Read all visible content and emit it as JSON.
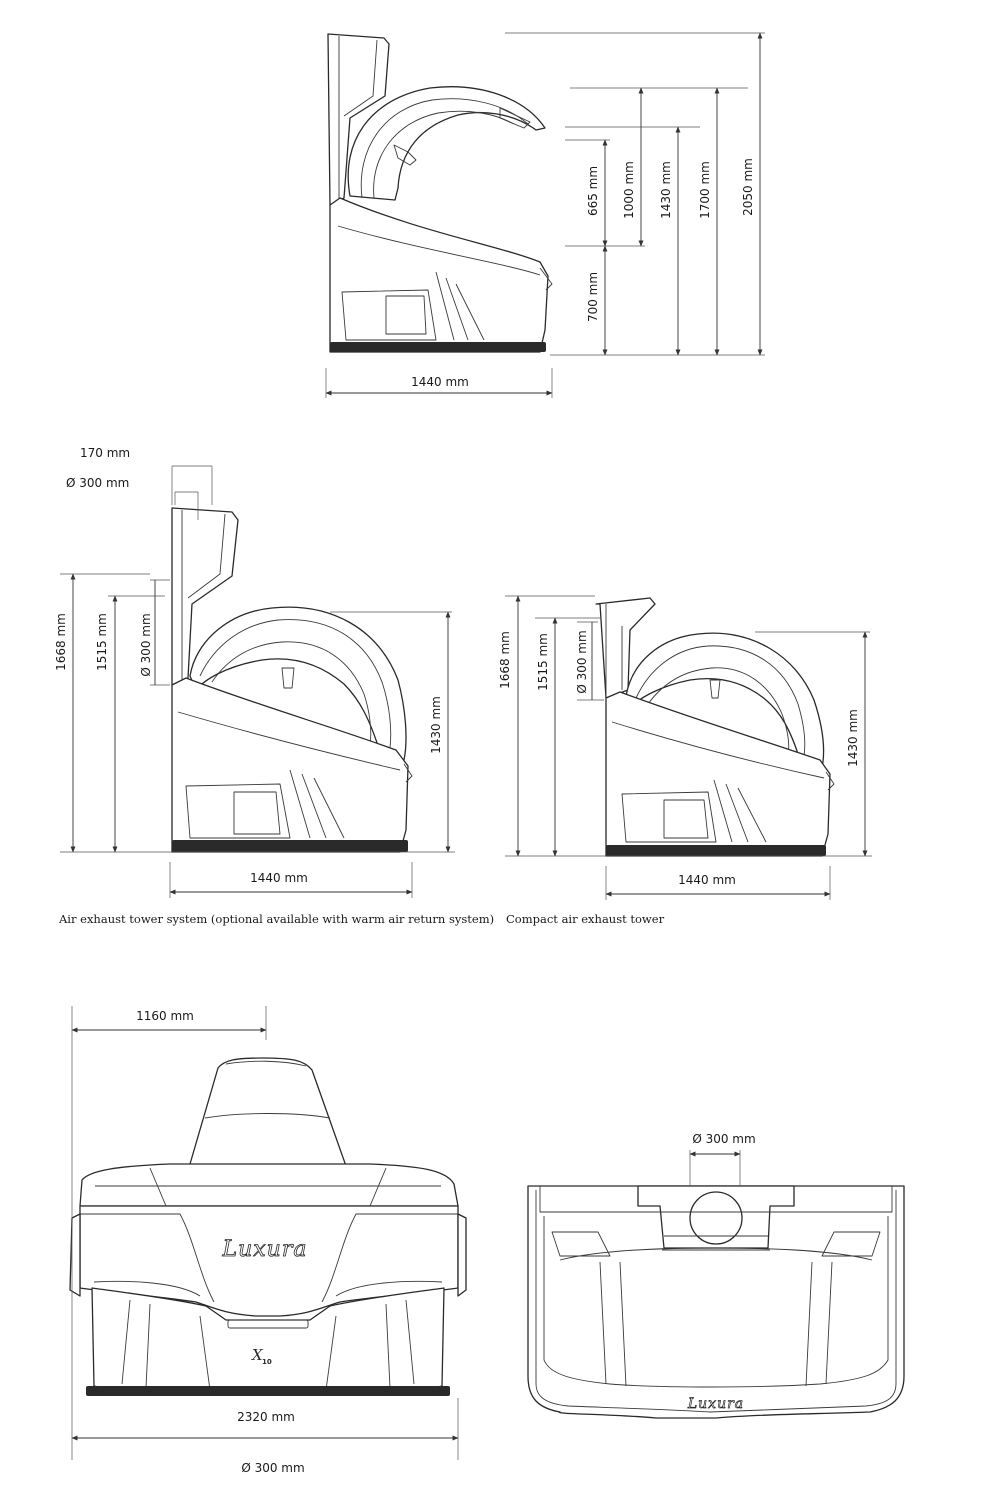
{
  "view1": {
    "width_label": "1440 mm",
    "dim_665": "665 mm",
    "dim_700": "700 mm",
    "dim_1000": "1000 mm",
    "dim_1430": "1430 mm",
    "dim_1700": "1700 mm",
    "dim_2050": "2050 mm"
  },
  "view2": {
    "dim_170": "170 mm",
    "dim_dia_top": "Ø 300 mm",
    "dim_1668": "1668 mm",
    "dim_1515": "1515 mm",
    "dim_dia_side": "Ø 300 mm",
    "dim_1430": "1430 mm",
    "width_label": "1440 mm",
    "caption": "Air exhaust tower system (optional available with warm air return system)"
  },
  "view3": {
    "dim_1668": "1668 mm",
    "dim_1515": "1515 mm",
    "dim_dia_side": "Ø 300 mm",
    "dim_1430": "1430 mm",
    "width_label": "1440 mm",
    "caption": "Compact air exhaust tower"
  },
  "view4": {
    "dim_1160": "1160 mm",
    "dim_2320": "2320 mm",
    "dim_dia_bottom": "Ø 300 mm",
    "brand": "Luxura",
    "model": "X",
    "model_sub": "10"
  },
  "view5": {
    "dim_dia_top": "Ø 300 mm",
    "brand": "Luxura"
  }
}
